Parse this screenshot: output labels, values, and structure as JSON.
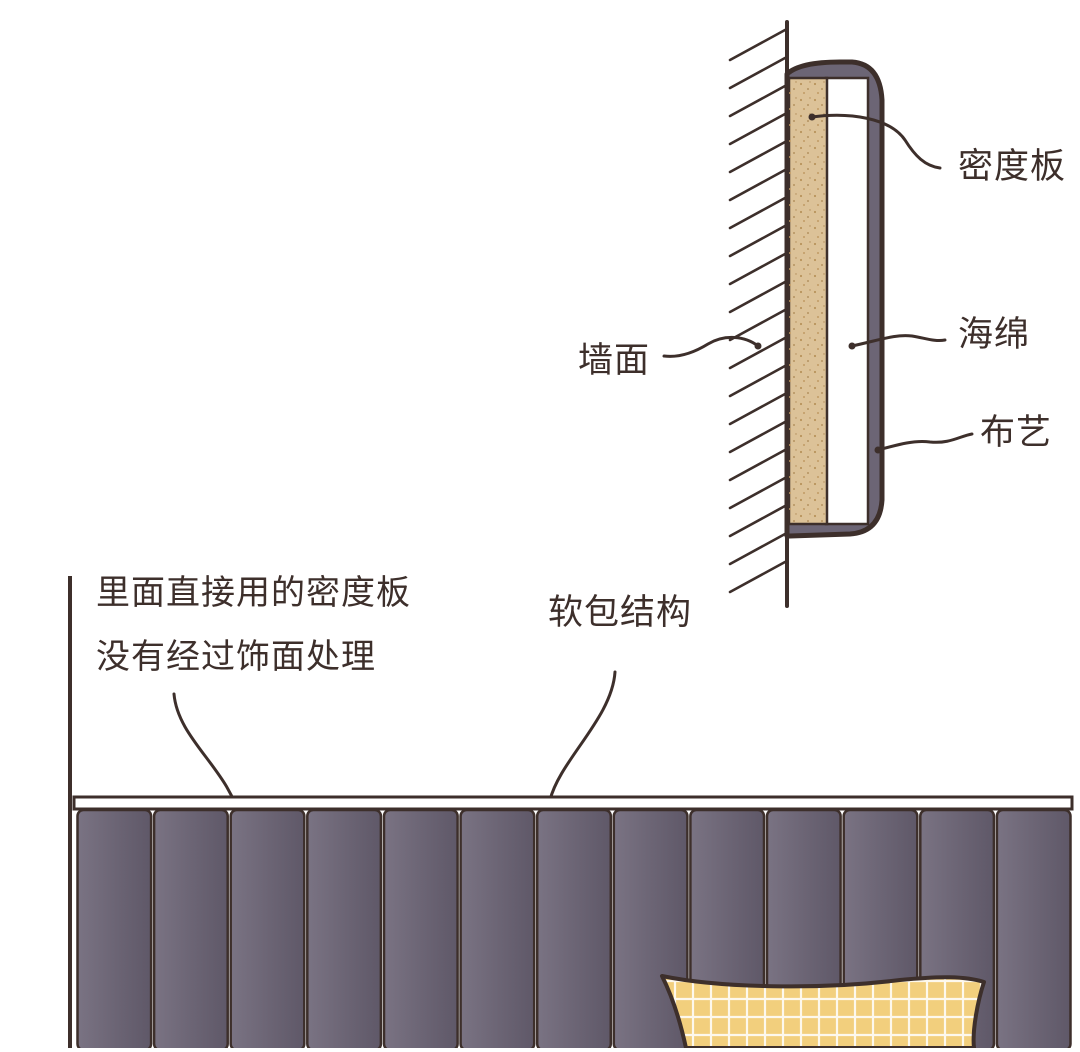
{
  "labels": {
    "density_board": "密度板",
    "sponge": "海绵",
    "fabric": "布艺",
    "wall": "墙面",
    "soft_pack_structure": "软包结构",
    "note_line1": "里面直接用的密度板",
    "note_line2": "没有经过饰面处理"
  },
  "colors": {
    "ink": "#3d2f2b",
    "density_board": "#dcc298",
    "fabric_panel": "#6c6575",
    "sponge": "#ffffff",
    "pillow": "#f2cf7d"
  },
  "icons": {
    "wall_hatch": "hatched-wall-icon",
    "pillow": "checkered-pillow-icon"
  }
}
